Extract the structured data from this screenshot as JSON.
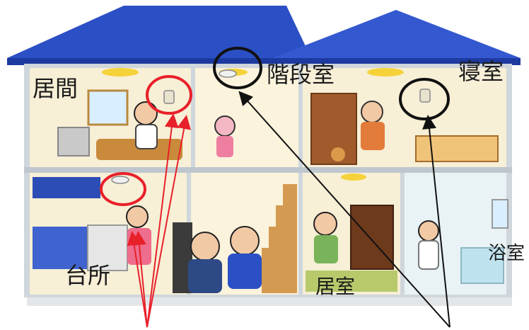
{
  "scene": "house-cutaway-illustration",
  "rooms": {
    "living": "居間",
    "stairwell": "階段室",
    "bedroom": "寝室",
    "kitchen": "台所",
    "bathroom": "浴室",
    "sitting_room": "居室"
  },
  "colors": {
    "roof": "#2b4fc4",
    "wall": "#f7efd6",
    "frame": "#cfd6dc",
    "red_marker": "#e8202a",
    "black_marker": "#111111",
    "ceiling_light": "#f5d23a"
  },
  "icons": [
    "smoke-detector-icon",
    "ceiling-light-icon",
    "arrow-icon"
  ]
}
